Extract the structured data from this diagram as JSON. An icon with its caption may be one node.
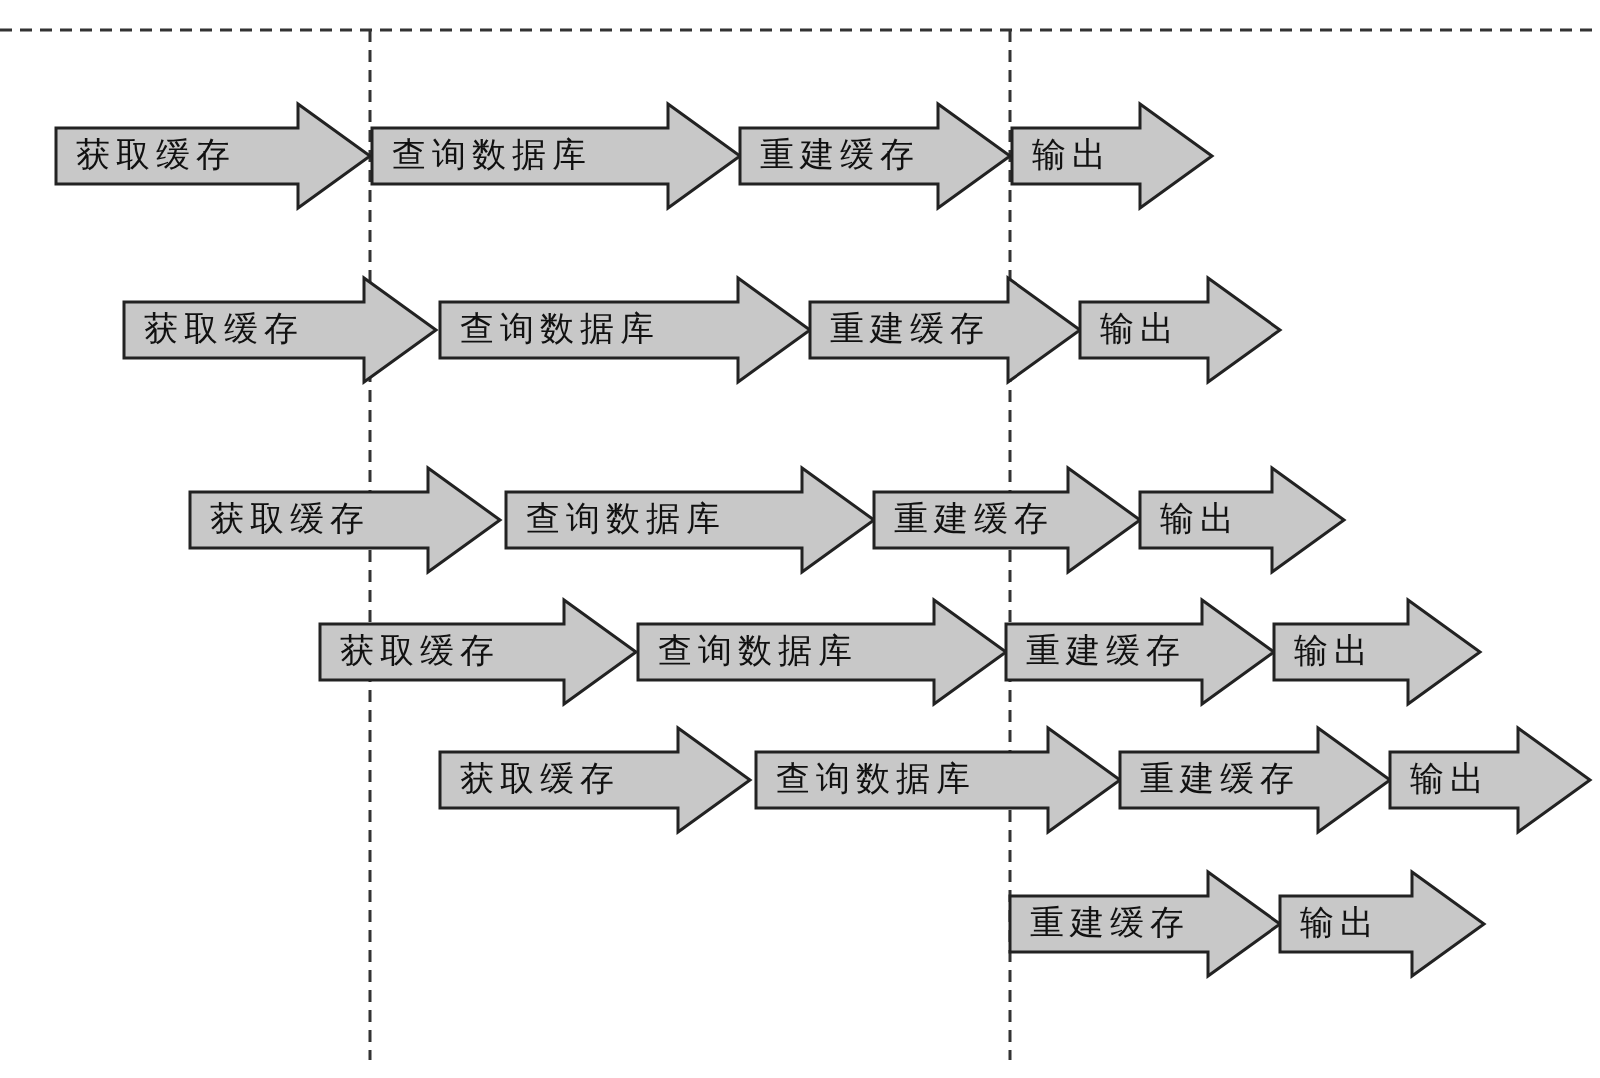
{
  "diagram": {
    "nodes": [
      {
        "text": [
          "获取缓存"
        ]
      },
      {
        "text": [
          "查询数据库"
        ]
      },
      {
        "text": [
          "重建缓存"
        ]
      },
      {
        "text": [
          "输出"
        ]
      },
      {
        "text": [
          "获取缓存"
        ]
      },
      {
        "text": [
          "查询数据库"
        ]
      },
      {
        "text": [
          "重建缓存"
        ]
      },
      {
        "text": [
          "输出"
        ]
      },
      {
        "text": [
          "获取缓存"
        ]
      },
      {
        "text": [
          "查询数据库"
        ]
      },
      {
        "text": [
          "重建缓存"
        ]
      },
      {
        "text": [
          "输出"
        ]
      },
      {
        "text": [
          "获取缓存"
        ]
      },
      {
        "text": [
          "查询数据库"
        ]
      },
      {
        "text": [
          "重建缓存"
        ]
      },
      {
        "text": [
          "输出"
        ]
      },
      {
        "text": [
          "获取缓存"
        ]
      },
      {
        "text": [
          "查询数据库"
        ]
      },
      {
        "text": [
          "重建缓存"
        ]
      },
      {
        "text": [
          "输出"
        ]
      },
      {
        "text": [
          "重建缓存"
        ]
      },
      {
        "text": [
          "输出"
        ]
      }
    ]
  }
}
